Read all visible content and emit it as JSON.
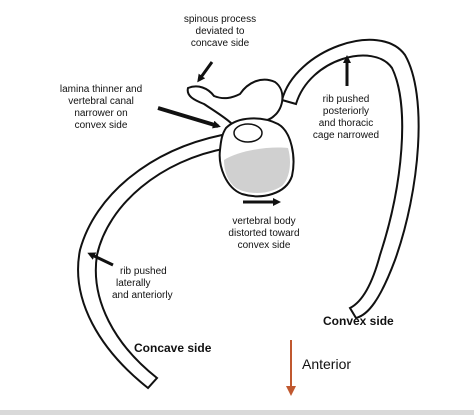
{
  "annotations": {
    "spinous": [
      "spinous process",
      "deviated to",
      "concave side"
    ],
    "lamina": [
      "lamina thinner and",
      "vertebral canal",
      "narrower on",
      "convex side"
    ],
    "rib_posterior": [
      "rib pushed",
      "posteriorly",
      "and thoracic",
      "cage narrowed"
    ],
    "vertebral_body": [
      "vertebral body",
      "distorted toward",
      "convex side"
    ],
    "rib_lateral": [
      "rib pushed",
      "laterally",
      "and anteriorly"
    ]
  },
  "sides": {
    "concave": "Concave side",
    "convex": "Convex side"
  },
  "orientation": {
    "label": "Anterior"
  },
  "colors": {
    "outline": "#111111",
    "body_shading": "#d0d0d0",
    "anterior_arrow": "#c0582f"
  }
}
